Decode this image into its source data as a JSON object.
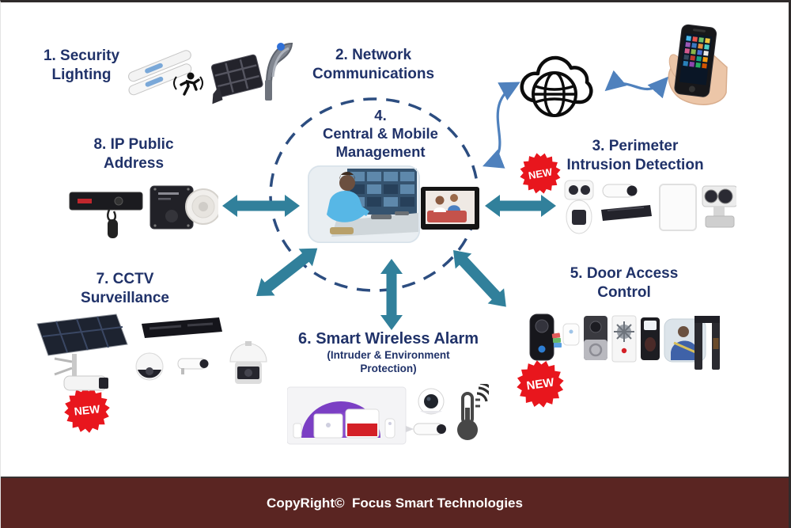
{
  "page": {
    "footer_text": "CopyRight©  Focus Smart Technologies"
  },
  "center": {
    "number": "4.",
    "line1": "Central & Mobile",
    "line2": "Management"
  },
  "sections": {
    "s1": {
      "line1": "1. Security",
      "line2": "Lighting"
    },
    "s2": {
      "line1": "2. Network",
      "line2": "Communications"
    },
    "s3": {
      "line1": "3. Perimeter",
      "line2": "Intrusion Detection"
    },
    "s5": {
      "line1": "5. Door Access",
      "line2": "Control"
    },
    "s6": {
      "title": "6. Smart Wireless Alarm",
      "sub1": "(Intruder & Environment",
      "sub2": "Protection)"
    },
    "s7": {
      "line1": "7. CCTV",
      "line2": "Surveillance"
    },
    "s8": {
      "line1": "8. IP Public",
      "line2": "Address"
    }
  },
  "badges": {
    "new": "NEW"
  },
  "icons": {
    "network": "cloud-globe-icon",
    "mobile": "smartphone-in-hand-icon",
    "motion": "running-person-icon",
    "temperature": "wireless-thermometer-icon"
  },
  "colors": {
    "heading_navy": "#203269",
    "dashed_circle_navy": "#2c4d80",
    "arrow_teal": "#31809b",
    "arrow_blue": "#4f81bd",
    "badge_red": "#e8161d",
    "footer_maroon": "#5a2522"
  }
}
